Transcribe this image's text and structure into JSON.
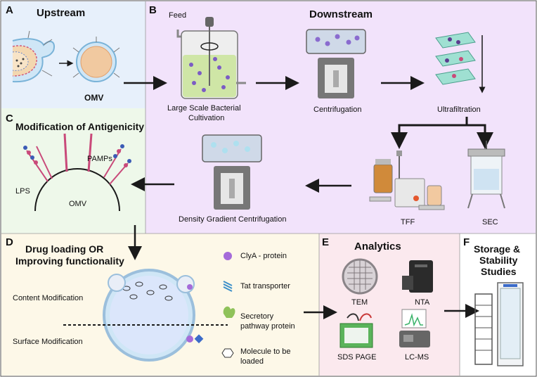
{
  "panels": {
    "A": {
      "letter": "A",
      "title": "Upstream",
      "omv": "OMV",
      "color": "#e7f0fb"
    },
    "B": {
      "letter": "B",
      "title": "Downstream",
      "feed": "Feed",
      "cultivation_1": "Large Scale Bacterial",
      "cultivation_2": "Cultivation",
      "centrifugation": "Centrifugation",
      "ultrafiltration": "Ultrafiltration",
      "density": "Density Gradient Centrifugation",
      "tff": "TFF",
      "sec": "SEC",
      "color": "#f2e3fb"
    },
    "C": {
      "letter": "C",
      "title": "Modification of Antigenicity",
      "pamps": "PAMPs",
      "lps": "LPS",
      "omv": "OMV",
      "color": "#eef8ea"
    },
    "D": {
      "letter": "D",
      "title_1": "Drug loading OR",
      "title_2": "Improving functionality",
      "content": "Content Modification",
      "surface": "Surface Modification",
      "color": "#fdf8e8",
      "legend": {
        "clya": "ClyA - protein",
        "tat": "Tat transporter",
        "secretory_1": "Secretory",
        "secretory_2": "pathway protein",
        "molecule_1": "Molecule to be",
        "molecule_2": "loaded"
      }
    },
    "E": {
      "letter": "E",
      "title": "Analytics",
      "tem": "TEM",
      "nta": "NTA",
      "sds": "SDS PAGE",
      "lcms": "LC-MS",
      "color": "#fbe9ee"
    },
    "F": {
      "letter": "F",
      "title_1": "Storage &",
      "title_2": "Stability",
      "title_3": "Studies"
    }
  }
}
